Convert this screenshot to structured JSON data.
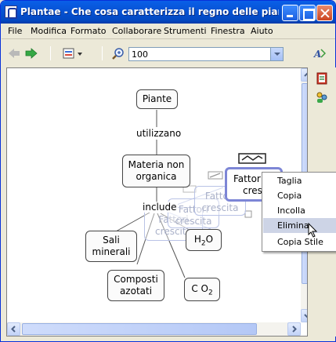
{
  "window": {
    "title": "Plantae - Che cosa caratterizza il regno delle piante?"
  },
  "menubar": {
    "items": [
      "File",
      "Modifica",
      "Formato",
      "Collaborare",
      "Strumenti",
      "Finestra",
      "Aiuto"
    ]
  },
  "toolbar": {
    "back_icon": "arrow-left-icon",
    "forward_icon": "arrow-right-icon",
    "view_icon": "view-options-icon",
    "zoom_icon": "zoom-icon",
    "zoom_value": "100"
  },
  "concept_map": {
    "nodes": {
      "piante": "Piante",
      "materia_line1": "Materia non",
      "materia_line2": "organica",
      "sali_line1": "Sali",
      "sali_line2": "minerali",
      "composti_line1": "Composti",
      "composti_line2": "azotati",
      "h2o_h": "H",
      "h2o_sub": "2",
      "h2o_o": "O",
      "co2_co": "C O",
      "co2_sub": "2",
      "fattori_line1": "Fattori",
      "fattori_line2": "crescit"
    },
    "links": {
      "utilizzano": "utilizzano",
      "include": "include"
    },
    "ghosts": {
      "ghost1_line1": "Fattori",
      "ghost1_line2": "crescita",
      "ghost2_line1": "Fattori",
      "ghost2_line2": "crescita",
      "ghost3_line1": "Fattori",
      "ghost3_line2": "crescita"
    }
  },
  "context_menu": {
    "items": [
      "Taglia",
      "Copia",
      "Incolla",
      "Elimina",
      "Copia Stile"
    ],
    "highlighted": "Elimina"
  },
  "colors": {
    "titlebar": "#0754d6",
    "selection": "#7d86d6",
    "menu_highlight": "#cdd4e6"
  }
}
